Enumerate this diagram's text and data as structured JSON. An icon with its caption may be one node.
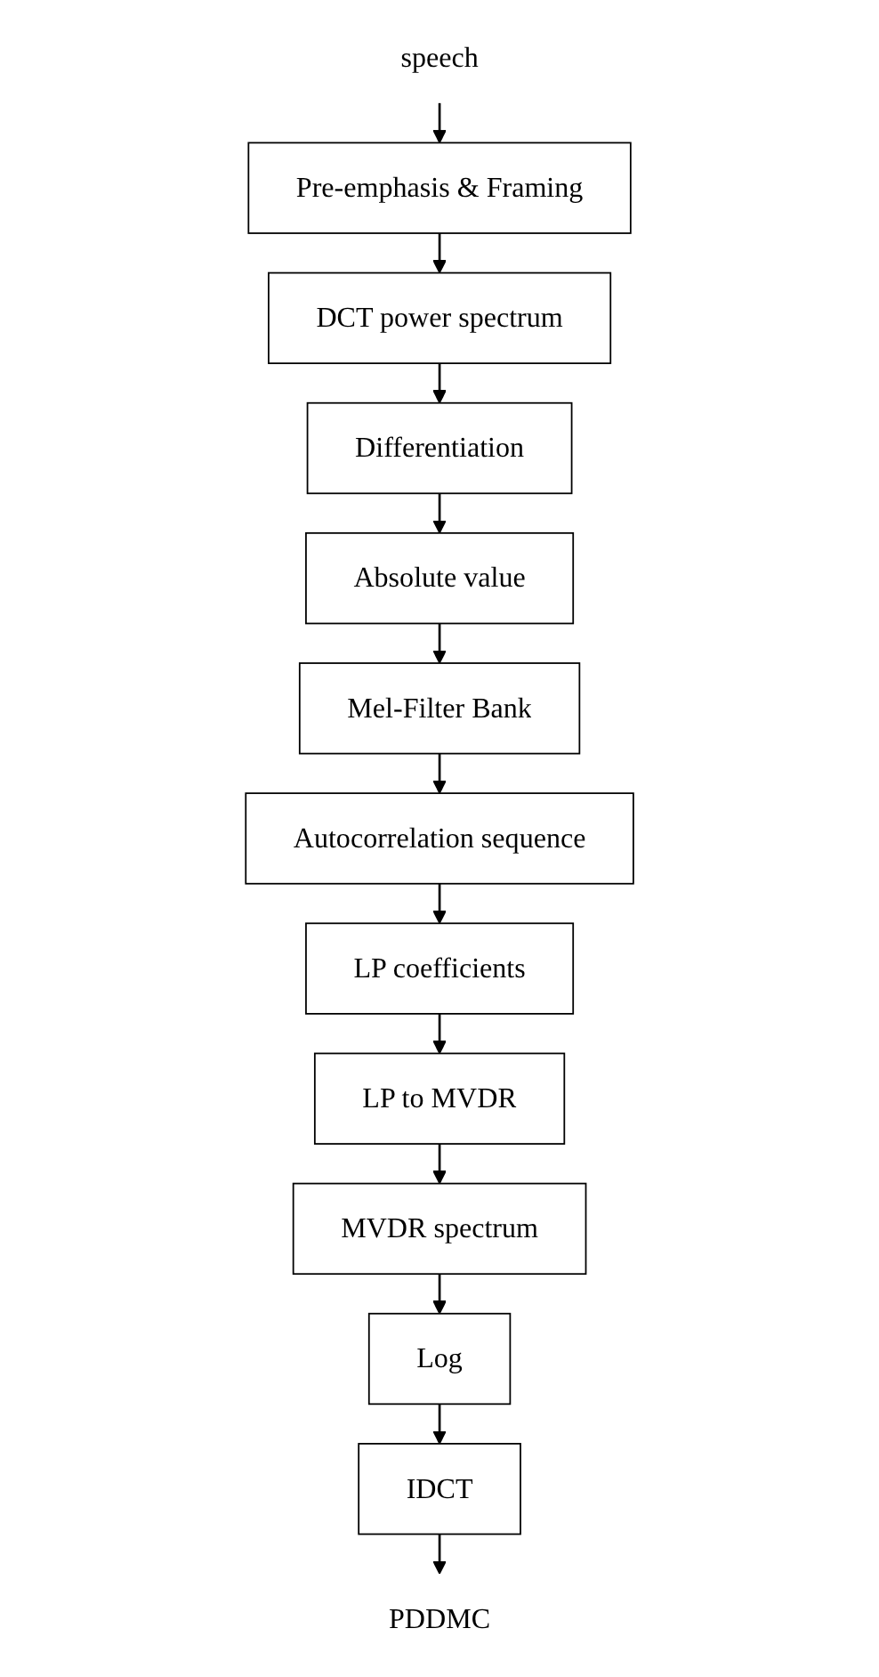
{
  "diagram": {
    "nodes": [
      {
        "text": [
          "speech"
        ]
      },
      {
        "text": [
          "Pre-emphasis & Framing"
        ]
      },
      {
        "text": [
          "DCT power spectrum"
        ]
      },
      {
        "text": [
          "Differentiation"
        ]
      },
      {
        "text": [
          "Absolute value"
        ]
      },
      {
        "text": [
          "Mel-Filter Bank"
        ]
      },
      {
        "text": [
          "Autocorrelation sequence"
        ]
      },
      {
        "text": [
          "LP coefficients"
        ]
      },
      {
        "text": [
          "LP to MVDR"
        ]
      },
      {
        "text": [
          "MVDR spectrum"
        ]
      },
      {
        "text": [
          "Log"
        ]
      },
      {
        "text": [
          "IDCT"
        ]
      },
      {
        "text": [
          "PDDMC"
        ]
      }
    ],
    "edges": [
      {
        "from": 0,
        "to": 1,
        "arrow": "to"
      },
      {
        "from": 1,
        "to": 2,
        "arrow": "to"
      },
      {
        "from": 2,
        "to": 3,
        "arrow": "to"
      },
      {
        "from": 3,
        "to": 4,
        "arrow": "to"
      },
      {
        "from": 4,
        "to": 5,
        "arrow": "to"
      },
      {
        "from": 5,
        "to": 6,
        "arrow": "to"
      },
      {
        "from": 6,
        "to": 7,
        "arrow": "to"
      },
      {
        "from": 7,
        "to": 8,
        "arrow": "to"
      },
      {
        "from": 8,
        "to": 9,
        "arrow": "to"
      },
      {
        "from": 9,
        "to": 10,
        "arrow": "to"
      },
      {
        "from": 10,
        "to": 11,
        "arrow": "to"
      },
      {
        "from": 11,
        "to": 12,
        "arrow": "to"
      }
    ]
  }
}
